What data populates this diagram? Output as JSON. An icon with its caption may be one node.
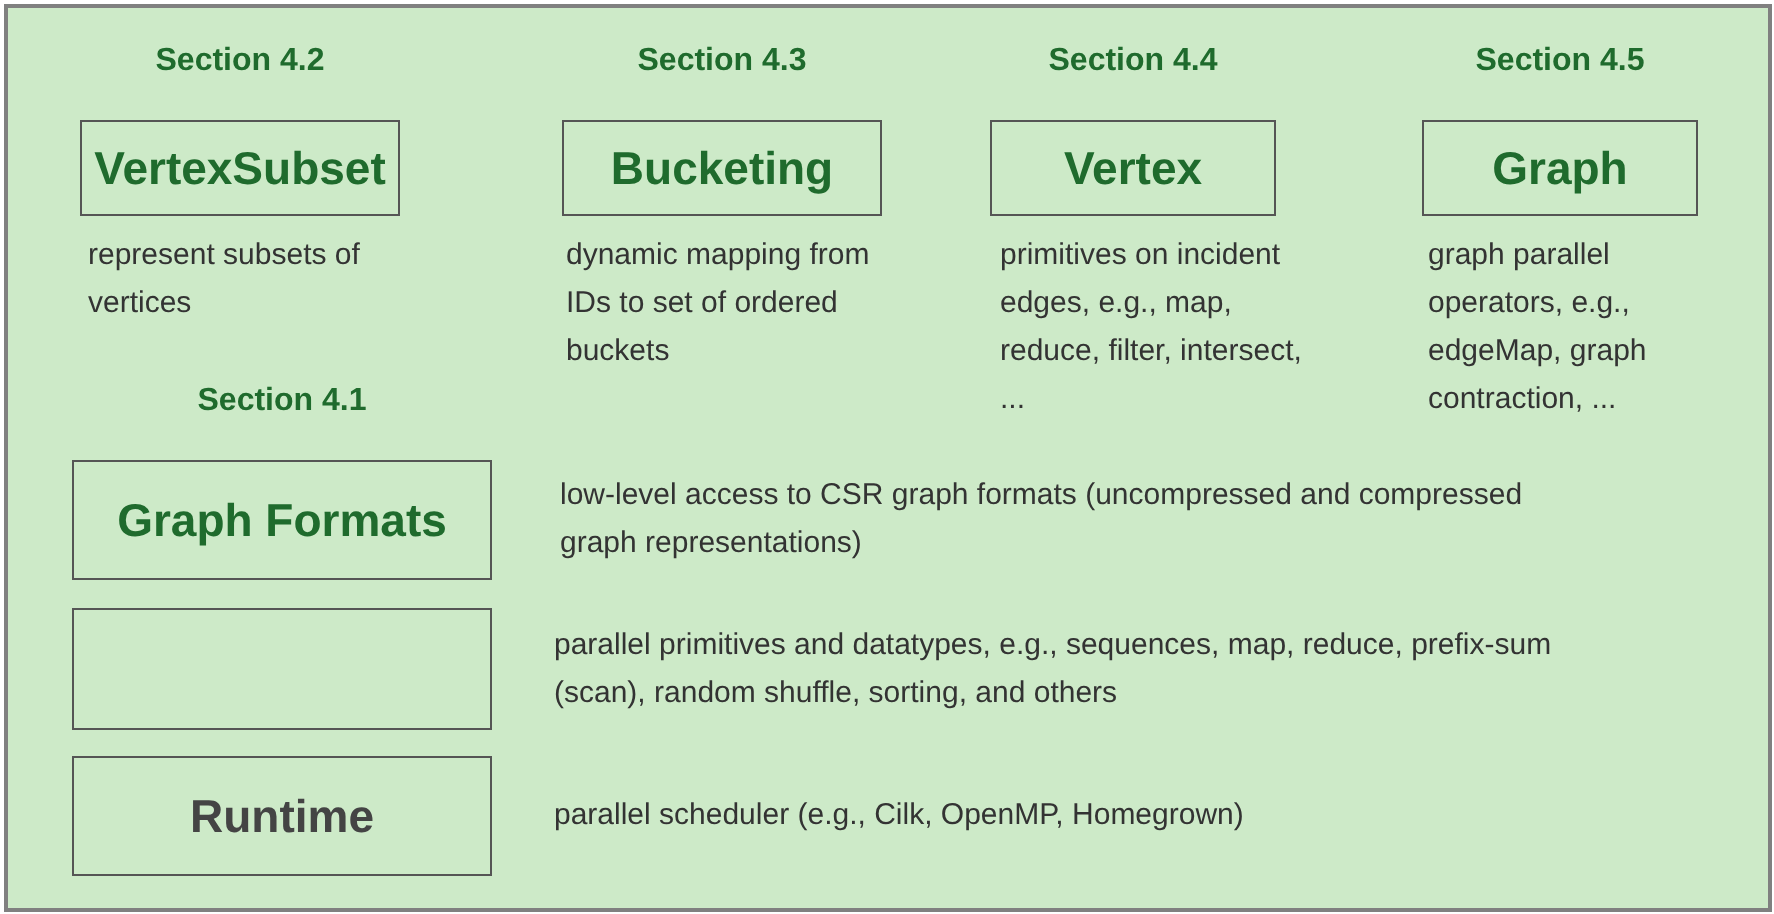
{
  "diagram": {
    "nodes": [
      {
        "text": [
          "Section 4.2",
          "VertexSubset"
        ],
        "beside": [
          "represent subsets of vertices"
        ]
      },
      {
        "text": [
          "Section 4.3",
          "Bucketing"
        ],
        "beside": [
          "dynamic mapping from IDs to set of ordered buckets"
        ]
      },
      {
        "text": [
          "Section 4.4",
          "Vertex"
        ],
        "beside": [
          "primitives on incident edges, e.g., map, reduce, filter, intersect, ..."
        ]
      },
      {
        "text": [
          "Section 4.5",
          "Graph"
        ],
        "beside": [
          "graph parallel operators, e.g., edgeMap, graph contraction, ..."
        ]
      },
      {
        "text": [
          "Section 4.1",
          "Graph Formats"
        ],
        "beside": [
          "low-level access to CSR graph formats (uncompressed and compressed graph representations)"
        ]
      },
      {
        "text": [],
        "shape": "box",
        "beside": [
          "parallel primitives and datatypes, e.g., sequences, map, reduce, prefix-sum (scan), random shuffle, sorting, and others"
        ]
      },
      {
        "text": [
          "Runtime"
        ],
        "beside": [
          "parallel scheduler (e.g., Cilk, OpenMP, Homegrown)"
        ]
      }
    ]
  }
}
